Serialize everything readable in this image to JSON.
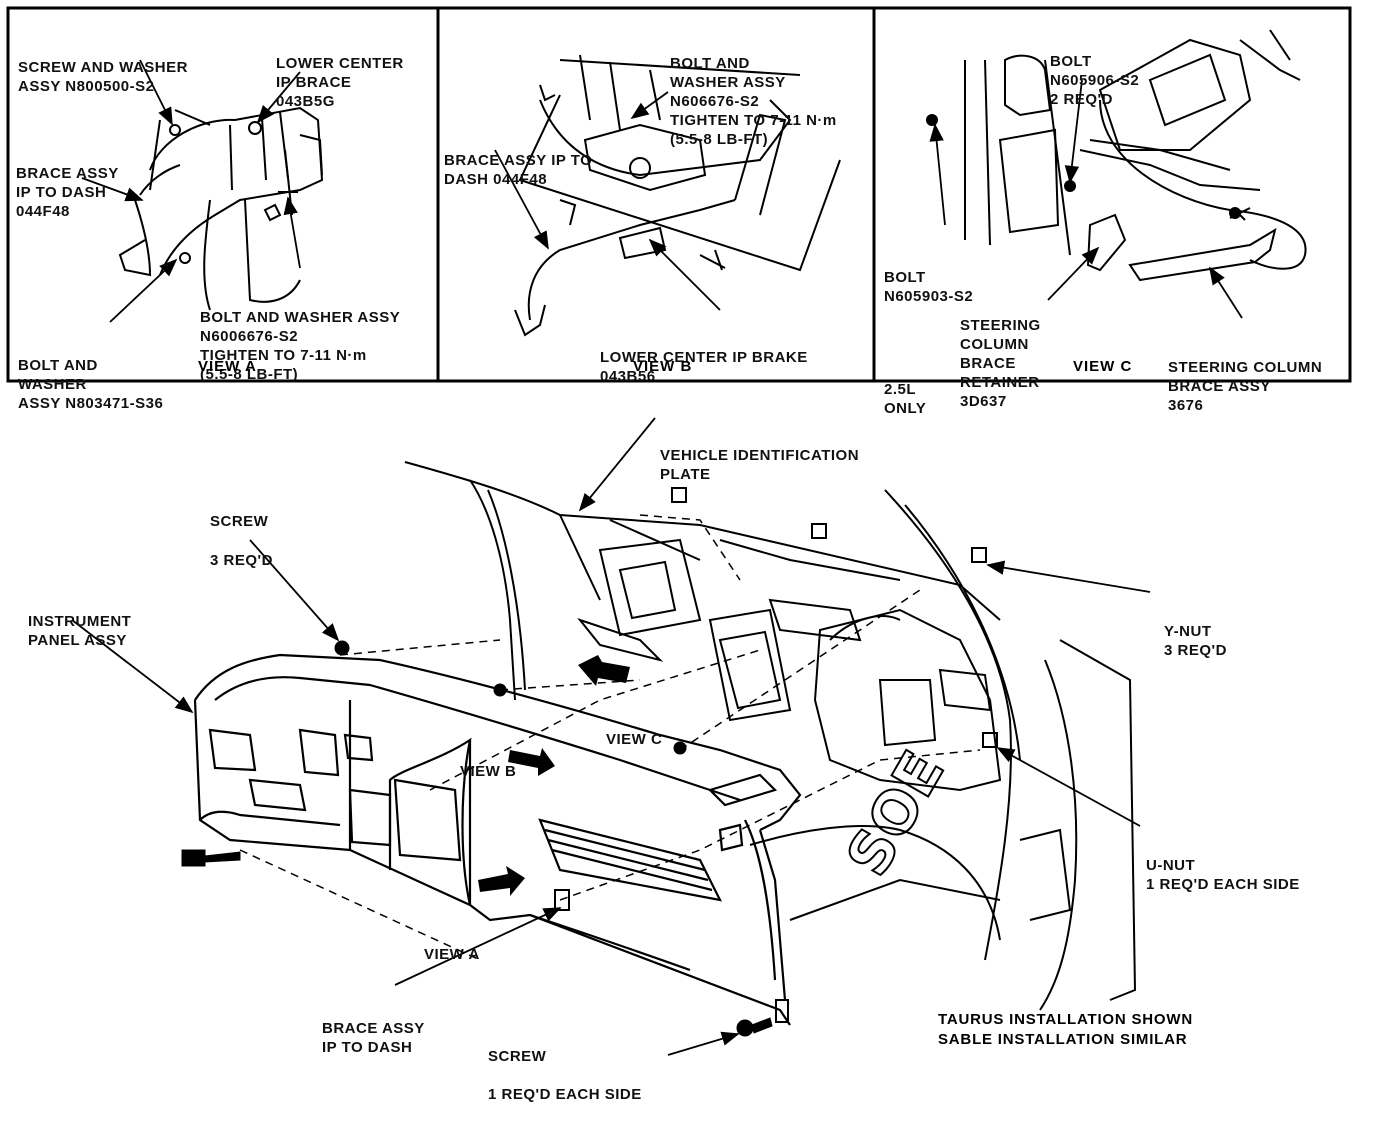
{
  "panels": {
    "view_a": {
      "title": "VIEW A",
      "labels": {
        "screw_washer": [
          "SCREW AND WASHER",
          "ASSY N800500-S2"
        ],
        "lower_center_brace": [
          "LOWER CENTER",
          "IP BRACE",
          "043B5G"
        ],
        "brace_assy": [
          "BRACE ASSY",
          "IP TO DASH",
          "044F48"
        ],
        "bolt_washer_assy": [
          "BOLT AND WASHER ASSY",
          "N6006676-S2",
          "TIGHTEN TO 7-11 N·m",
          "(5.5-8 LB-FT)"
        ],
        "bolt_washer": [
          "BOLT AND",
          "WASHER",
          "ASSY N803471-S36"
        ]
      }
    },
    "view_b": {
      "title": "VIEW B",
      "labels": {
        "bolt_washer_assy": [
          "BOLT AND",
          "WASHER ASSY",
          "N606676-S2",
          "TIGHTEN TO 7-11 N·m",
          "(5.5-8 LB-FT)"
        ],
        "brace_assy": [
          "BRACE ASSY IP TO",
          "DASH 044F48"
        ],
        "lower_center_brake": [
          "LOWER CENTER IP BRAKE",
          "043B56"
        ]
      }
    },
    "view_c": {
      "title": "VIEW C",
      "labels": {
        "bolt_top": [
          "BOLT",
          "N605906-S2",
          "2 REQ'D"
        ],
        "bolt_left": [
          "BOLT",
          "N605903-S2"
        ],
        "engine_note": [
          "2.5L",
          "ONLY"
        ],
        "retainer": [
          "STEERING",
          "COLUMN",
          "BRACE",
          "RETAINER",
          "3D637"
        ],
        "brace_assy": [
          "STEERING COLUMN",
          "BRACE ASSY",
          "3676"
        ]
      }
    }
  },
  "main": {
    "labels": {
      "vin_plate": [
        "VEHICLE IDENTIFICATION",
        "PLATE"
      ],
      "screw_top": [
        "SCREW"
      ],
      "screw_top_qty": [
        "3 REQ'D"
      ],
      "instrument_panel": [
        "INSTRUMENT",
        "PANEL ASSY"
      ],
      "y_nut": [
        "Y-NUT",
        "3 REQ'D"
      ],
      "view_c_arrow": [
        "VIEW C"
      ],
      "view_b_arrow": [
        "VIEW B"
      ],
      "u_nut": [
        "U-NUT",
        "1 REQ'D EACH SIDE"
      ],
      "view_a_arrow": [
        "VIEW A"
      ],
      "brace_assy": [
        "BRACE ASSY",
        "IP TO DASH"
      ],
      "screw_bottom": [
        "SCREW"
      ],
      "screw_bottom_qty": [
        "1 REQ'D EACH SIDE"
      ]
    },
    "note": [
      "TAURUS INSTALLATION SHOWN",
      "SABLE INSTALLATION SIMILAR"
    ]
  }
}
